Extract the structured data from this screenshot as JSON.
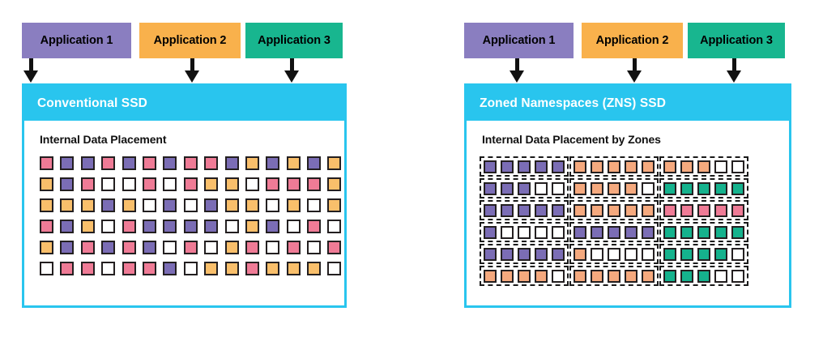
{
  "colors": {
    "accent_cyan": "#29c5ee",
    "app1_purple": "#8a7ec0",
    "app2_orange": "#f9b14c",
    "app3_teal": "#18b68f",
    "cell_pink": "#ef7b96",
    "cell_purple": "#7b6db5",
    "cell_orange": "#f9bf6b",
    "cell_salmon": "#f5a97e",
    "cell_teal": "#15b28d",
    "cell_empty": "#ffffff",
    "outline": "#231f20",
    "arrow": "#111111"
  },
  "panels": [
    {
      "id": "conventional",
      "applications": [
        {
          "label": "Application 1",
          "color": "#8a7ec0"
        },
        {
          "label": "Application 2",
          "color": "#f9b14c"
        },
        {
          "label": "Application 3",
          "color": "#18b68f"
        }
      ],
      "ssd_title": "Conventional SSD",
      "body_title": "Internal Data Placement",
      "layout": "flat",
      "grid": {
        "rows": 6,
        "cols": 15,
        "legend": {
          "P": "#ef7b96",
          "V": "#7b6db5",
          "O": "#f9bf6b",
          "E": "#ffffff"
        },
        "pattern": [
          [
            "P",
            "V",
            "V",
            "P",
            "V",
            "P",
            "V",
            "P",
            "P",
            "V",
            "O",
            "V",
            "O",
            "V",
            "O"
          ],
          [
            "O",
            "V",
            "P",
            "E",
            "E",
            "P",
            "E",
            "P",
            "O",
            "O",
            "E",
            "P",
            "P",
            "P",
            "O"
          ],
          [
            "O",
            "O",
            "O",
            "V",
            "O",
            "E",
            "V",
            "E",
            "V",
            "O",
            "O",
            "E",
            "O",
            "E",
            "O"
          ],
          [
            "P",
            "V",
            "O",
            "E",
            "P",
            "V",
            "V",
            "V",
            "V",
            "E",
            "O",
            "V",
            "E",
            "P",
            "E"
          ],
          [
            "O",
            "V",
            "P",
            "V",
            "P",
            "V",
            "E",
            "P",
            "E",
            "O",
            "P",
            "E",
            "P",
            "E",
            "P"
          ],
          [
            "E",
            "P",
            "P",
            "E",
            "P",
            "P",
            "V",
            "E",
            "O",
            "O",
            "P",
            "O",
            "O",
            "O",
            "E"
          ]
        ]
      }
    },
    {
      "id": "zns",
      "applications": [
        {
          "label": "Application 1",
          "color": "#8a7ec0"
        },
        {
          "label": "Application 2",
          "color": "#f9b14c"
        },
        {
          "label": "Application 3",
          "color": "#18b68f"
        }
      ],
      "ssd_title": "Zoned Namespaces (ZNS) SSD",
      "body_title": "Internal Data Placement by Zones",
      "layout": "zoned",
      "grid": {
        "rows": 6,
        "zones_per_row": 3,
        "cells_per_zone": 5,
        "legend": {
          "V": "#7b6db5",
          "S": "#f5a97e",
          "T": "#15b28d",
          "P": "#ef7b96",
          "E": "#ffffff"
        },
        "pattern": [
          [
            [
              "V",
              "V",
              "V",
              "V",
              "V"
            ],
            [
              "S",
              "S",
              "S",
              "S",
              "S"
            ],
            [
              "S",
              "S",
              "S",
              "E",
              "E"
            ]
          ],
          [
            [
              "V",
              "V",
              "V",
              "E",
              "E"
            ],
            [
              "S",
              "S",
              "S",
              "S",
              "E"
            ],
            [
              "T",
              "T",
              "T",
              "T",
              "T"
            ]
          ],
          [
            [
              "V",
              "V",
              "V",
              "V",
              "V"
            ],
            [
              "S",
              "S",
              "S",
              "S",
              "S"
            ],
            [
              "P",
              "P",
              "P",
              "P",
              "P"
            ]
          ],
          [
            [
              "V",
              "E",
              "E",
              "E",
              "E"
            ],
            [
              "V",
              "V",
              "V",
              "V",
              "V"
            ],
            [
              "T",
              "T",
              "T",
              "T",
              "T"
            ]
          ],
          [
            [
              "V",
              "V",
              "V",
              "V",
              "V"
            ],
            [
              "S",
              "E",
              "E",
              "E",
              "E"
            ],
            [
              "T",
              "T",
              "T",
              "T",
              "E"
            ]
          ],
          [
            [
              "S",
              "S",
              "S",
              "S",
              "E"
            ],
            [
              "S",
              "S",
              "S",
              "S",
              "S"
            ],
            [
              "T",
              "T",
              "T",
              "E",
              "E"
            ]
          ]
        ]
      }
    }
  ]
}
